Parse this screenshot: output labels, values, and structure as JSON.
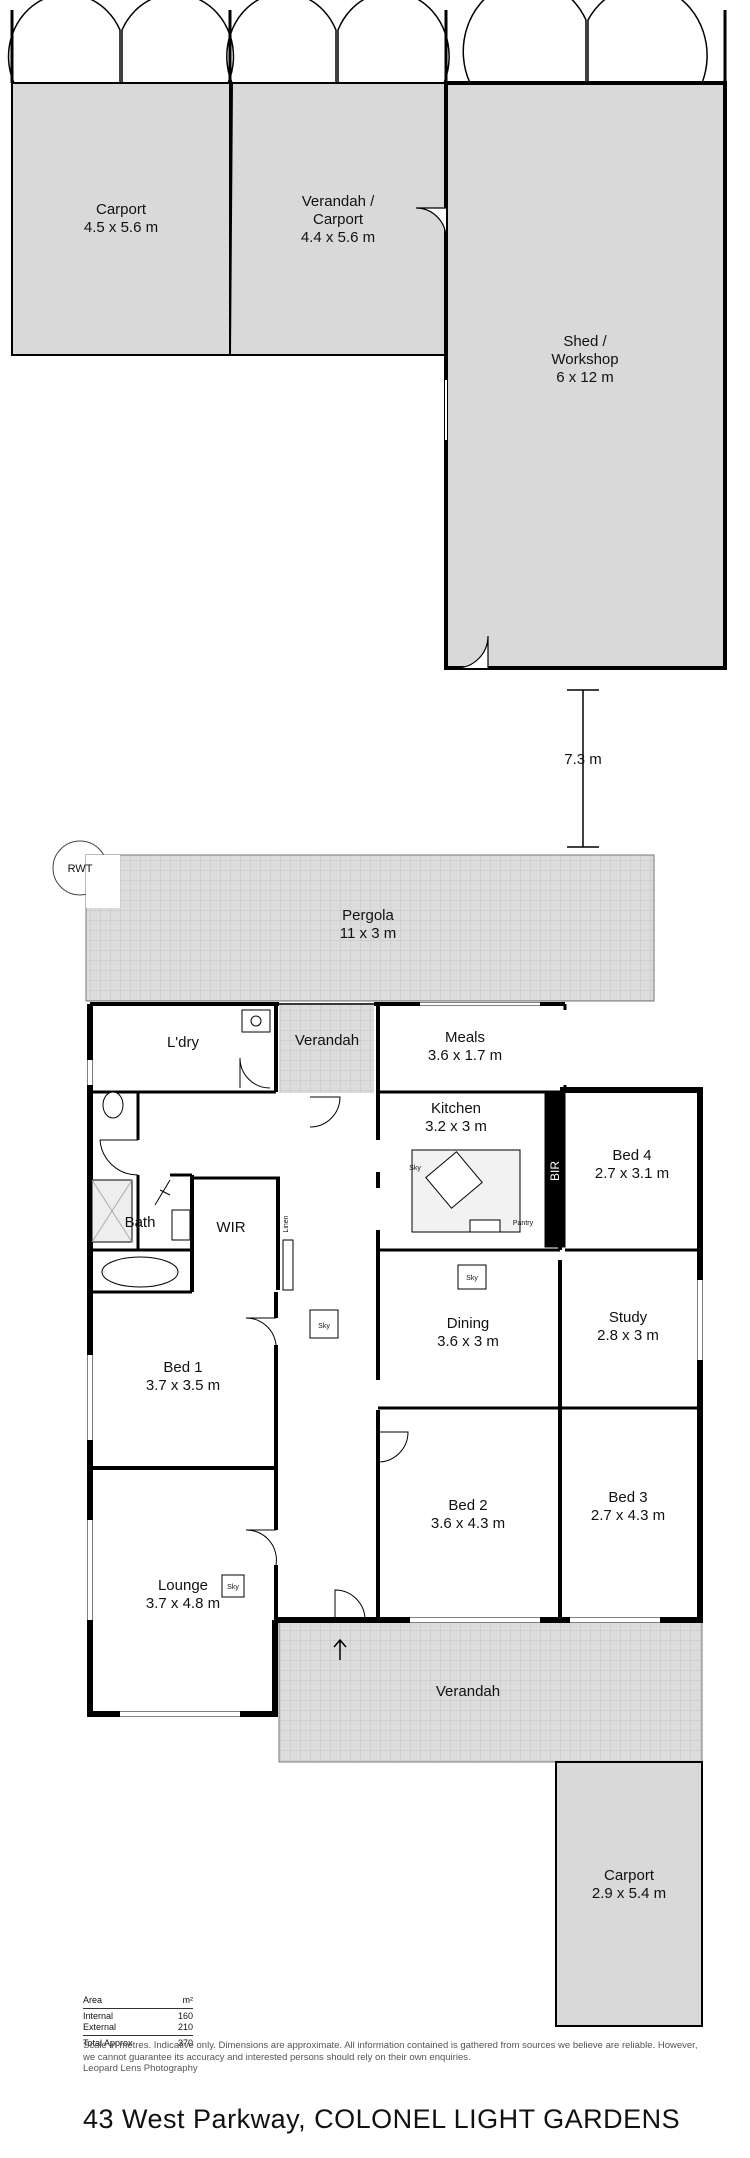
{
  "rooms": {
    "carport_top": {
      "name": "Carport",
      "dim": "4.5 x 5.6 m"
    },
    "verandah_carport": {
      "name1": "Verandah /",
      "name2": "Carport",
      "dim": "4.4 x 5.6 m"
    },
    "shed": {
      "name1": "Shed /",
      "name2": "Workshop",
      "dim": "6 x 12 m"
    },
    "distance": "7.3 m",
    "rwt": "RWT",
    "pergola": {
      "name": "Pergola",
      "dim": "11 x 3 m"
    },
    "laundry": {
      "name": "L'dry"
    },
    "verandah_small": {
      "name": "Verandah"
    },
    "meals": {
      "name": "Meals",
      "dim": "3.6 x 1.7 m"
    },
    "kitchen": {
      "name": "Kitchen",
      "dim": "3.2 x 3 m"
    },
    "bir": "BIR",
    "bed4": {
      "name": "Bed 4",
      "dim": "2.7 x 3.1 m"
    },
    "bath": {
      "name": "Bath"
    },
    "wir": {
      "name": "WIR"
    },
    "linen": "Linen",
    "dining": {
      "name": "Dining",
      "dim": "3.6 x 3 m"
    },
    "study": {
      "name": "Study",
      "dim": "2.8 x 3 m"
    },
    "bed1": {
      "name": "Bed 1",
      "dim": "3.7 x 3.5 m"
    },
    "bed2": {
      "name": "Bed 2",
      "dim": "3.6 x 4.3 m"
    },
    "bed3": {
      "name": "Bed 3",
      "dim": "2.7 x 4.3 m"
    },
    "lounge": {
      "name": "Lounge",
      "dim": "3.7 x 4.8 m"
    },
    "verandah_large": {
      "name": "Verandah"
    },
    "carport_bottom": {
      "name": "Carport",
      "dim": "2.9 x 5.4 m"
    },
    "sky": "Sky",
    "pantry": "Pantry"
  },
  "area_table": {
    "header_label": "Area",
    "header_unit": "m²",
    "internal_label": "Internal",
    "internal_value": "160",
    "external_label": "External",
    "external_value": "210",
    "total_label": "Total Approx",
    "total_value": "370"
  },
  "disclaimer": "Scale in metres. Indicative only. Dimensions are approximate. All information contained is gathered from sources we believe are reliable. However, we cannot guarantee its accuracy and interested persons should rely on their own enquiries.",
  "credit": "Leopard Lens Photography",
  "address": "43 West Parkway, COLONEL LIGHT GARDENS",
  "colors": {
    "floor_fill": "#d9d9d9",
    "wall": "#000000",
    "hatch": "#bcbcbc"
  }
}
